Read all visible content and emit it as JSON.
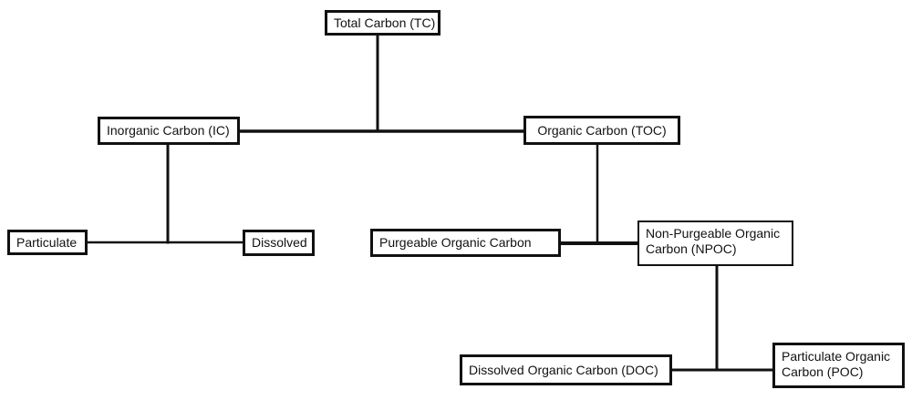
{
  "nodes": {
    "tc": "Total Carbon (TC)",
    "ic": "Inorganic Carbon (IC)",
    "toc": "Organic Carbon (TOC)",
    "ic_particulate": "Particulate",
    "ic_dissolved": "Dissolved",
    "purgeable": "Purgeable Organic Carbon",
    "npoc_line1": "Non-Purgeable Organic",
    "npoc_line2": "Carbon (NPOC)",
    "doc": "Dissolved Organic Carbon (DOC)",
    "poc_line1": "Particulate Organic",
    "poc_line2": "Carbon (POC)"
  }
}
